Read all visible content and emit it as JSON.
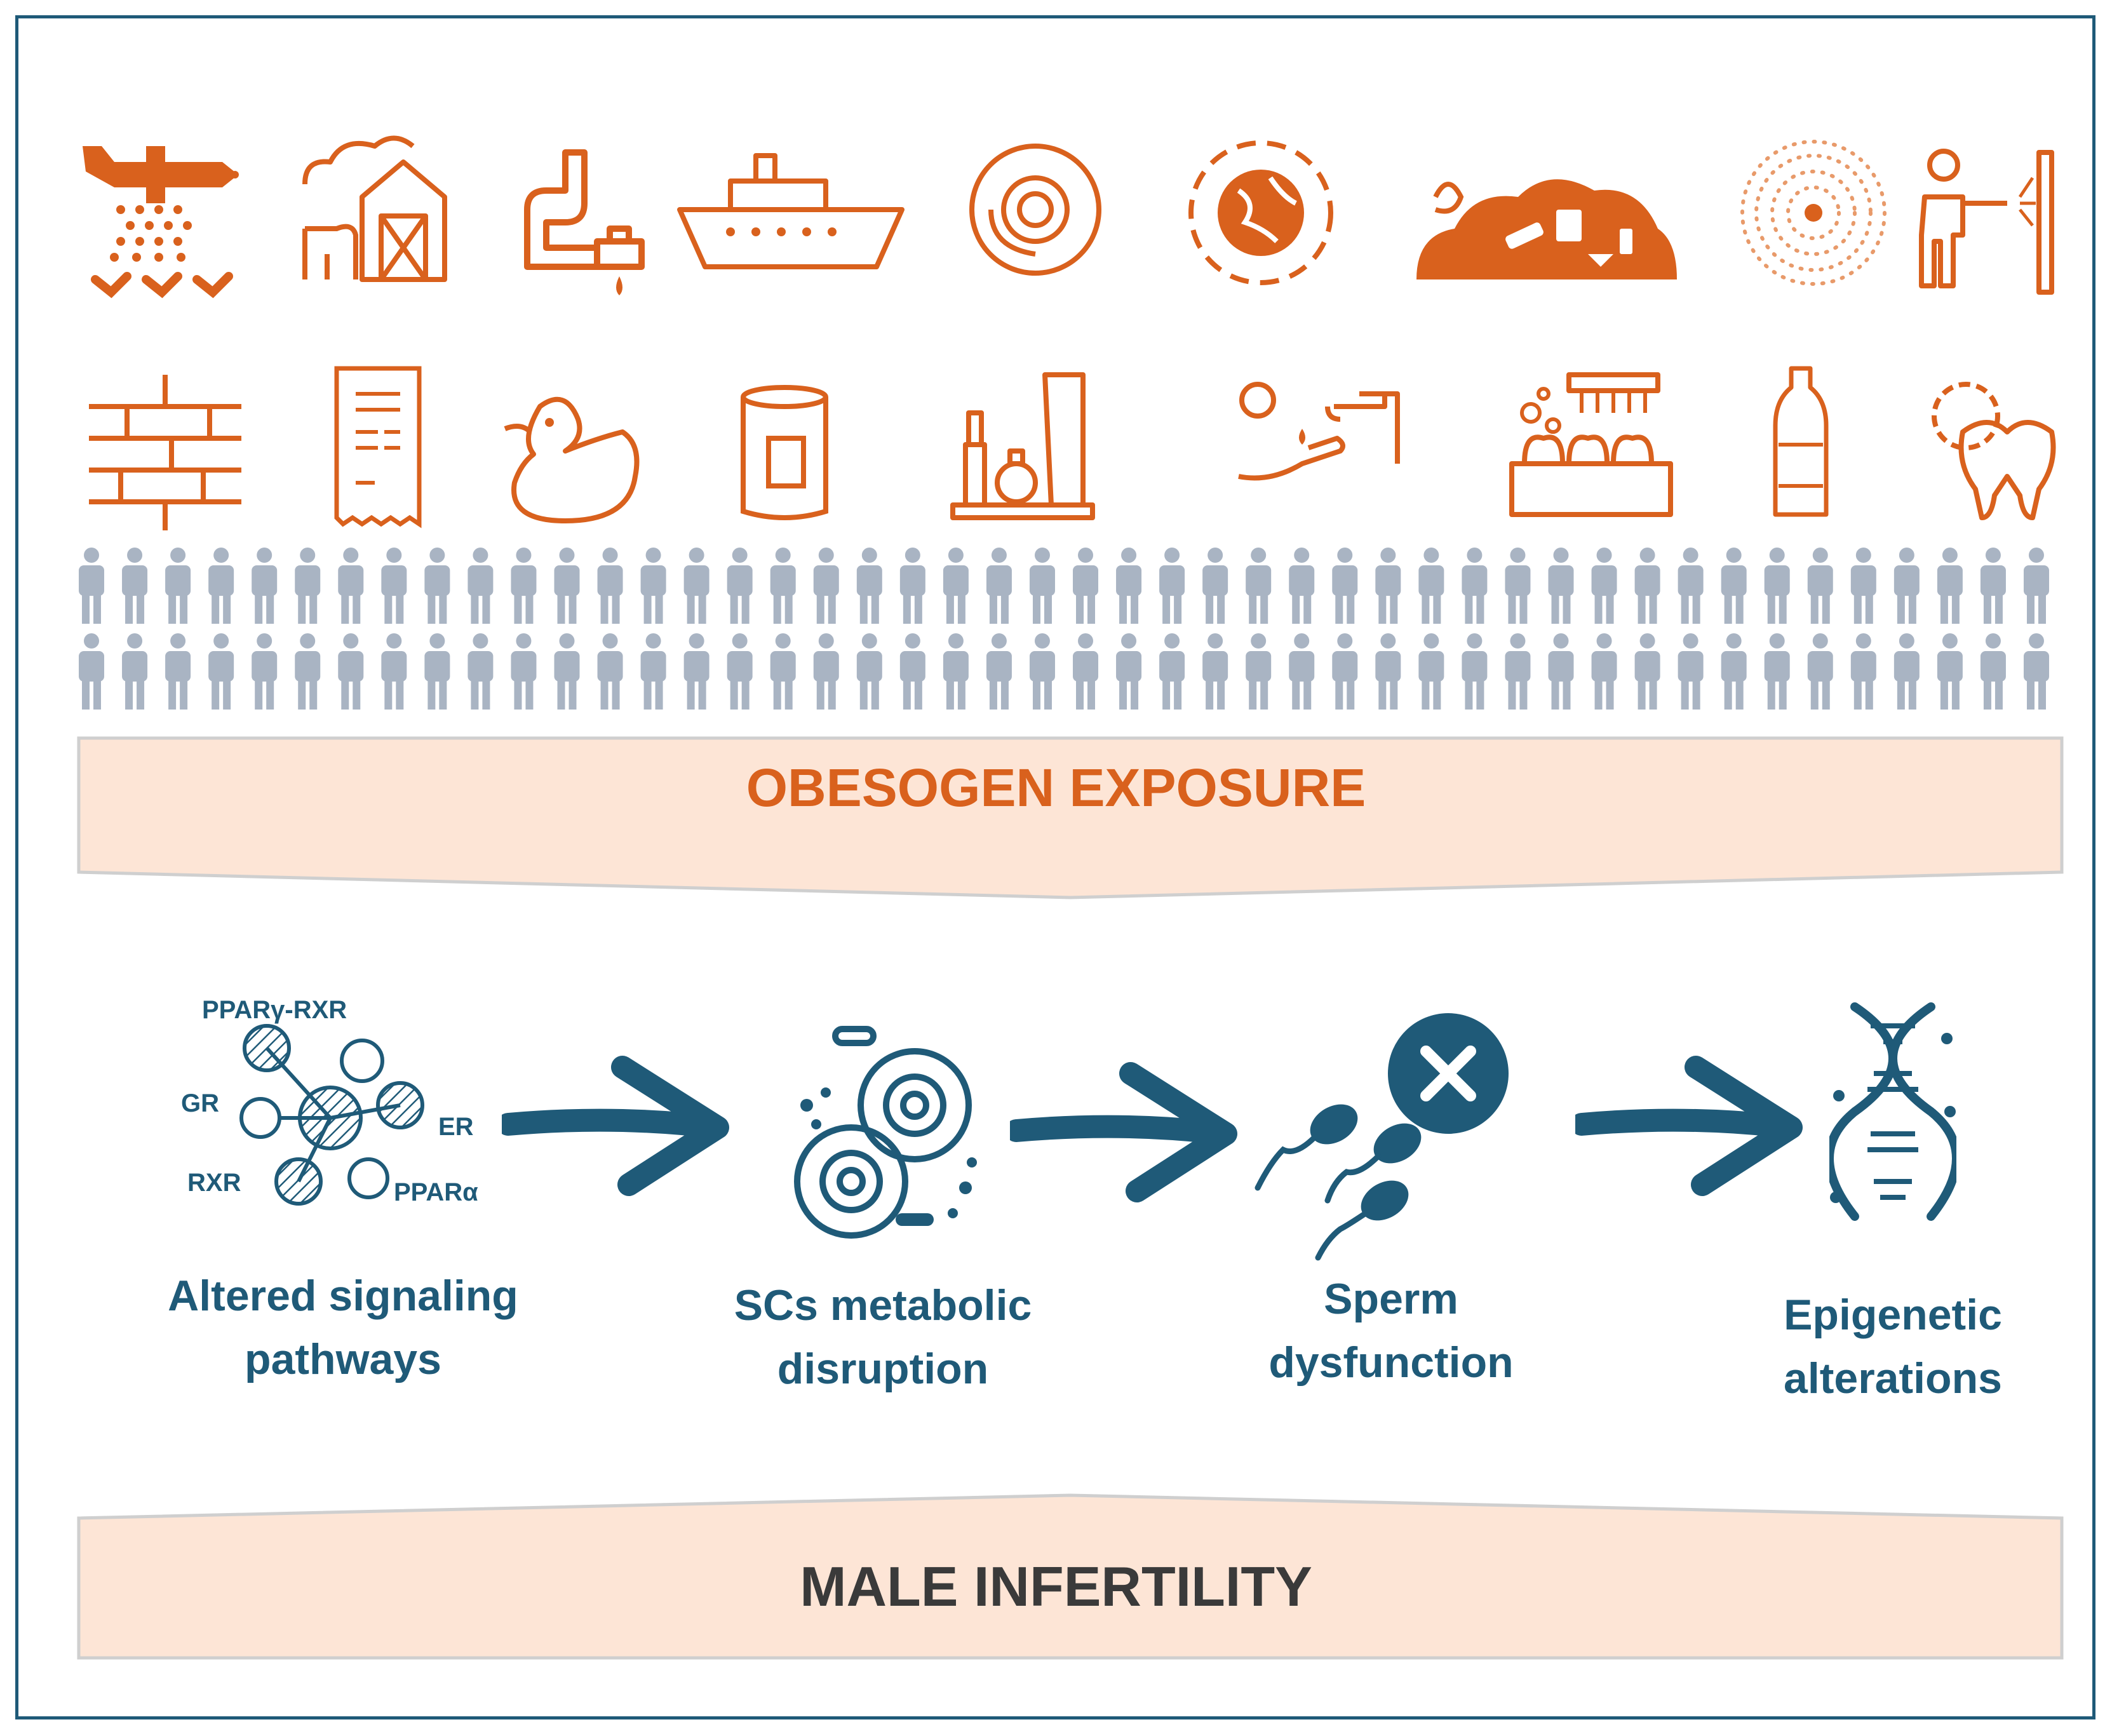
{
  "top_banner": {
    "title": "OBESOGEN EXPOSURE"
  },
  "bottom_banner": {
    "title": "MALE INFERTILITY"
  },
  "receptors": {
    "pparg_rxr": "PPARγ-RXR",
    "gr": "GR",
    "er": "ER",
    "rxr": "RXR",
    "ppara": "PPARα"
  },
  "steps": [
    {
      "line1": "Altered signaling",
      "line2": "pathways"
    },
    {
      "line1": "SCs metabolic",
      "line2": "disruption"
    },
    {
      "line1": "Sperm",
      "line2": "dysfunction"
    },
    {
      "line1": "Epigenetic",
      "line2": "alterations"
    }
  ],
  "icons": {
    "row1": [
      "crop-duster-plane-icon",
      "farm-barn-cow-icon",
      "industrial-pipe-icon",
      "cargo-ship-icon",
      "donut-icon",
      "global-recycle-icon",
      "waste-pile-icon",
      "radiation-dots-icon",
      "welder-icon"
    ],
    "row2": [
      "brick-wall-icon",
      "receipt-icon",
      "rubber-duck-icon",
      "food-can-icon",
      "cosmetics-icon",
      "hand-washing-icon",
      "dental-care-icon",
      "plastic-bottle-icon",
      "tooth-gear-icon"
    ]
  },
  "colors": {
    "orange": "#d9611d",
    "teal": "#1f5a78",
    "banner_fill": "#fde5d6",
    "people": "#a9b4c3",
    "frame": "#1f5a78"
  }
}
